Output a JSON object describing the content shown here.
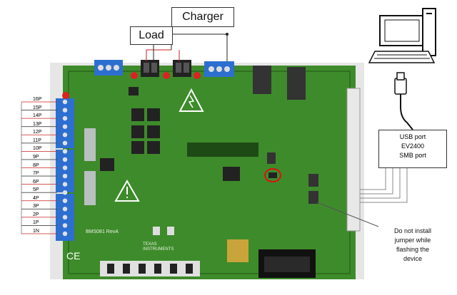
{
  "labels": {
    "charger": "Charger",
    "load": "Load",
    "usb_box": [
      "USB port",
      "EV2400",
      "SMB port"
    ],
    "note": [
      "Do not install",
      "jumper while",
      "flashing the",
      "device"
    ]
  },
  "cells": [
    "16P",
    "15P",
    "14P",
    "13P",
    "12P",
    "11P",
    "10P",
    "9P",
    "8P",
    "7P",
    "6P",
    "5P",
    "4P",
    "3P",
    "2P",
    "1P",
    "1N"
  ],
  "board": {
    "name": "BMS081 RevA",
    "brand": [
      "TEXAS",
      "INSTRUMENTS"
    ]
  },
  "colors": {
    "board": "#3e8b2b",
    "board_dark": "#2f6f20",
    "terminal_blue": "#2d6fd0",
    "wire_red": "#cc2222",
    "highlight_circle": "#dd1111"
  }
}
